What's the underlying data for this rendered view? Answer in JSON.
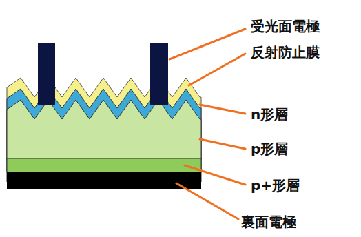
{
  "diagram": {
    "labels": [
      "受光面電極",
      "反射防止膜",
      "n形層",
      "p形層",
      "p+形層",
      "裏面電極"
    ]
  }
}
